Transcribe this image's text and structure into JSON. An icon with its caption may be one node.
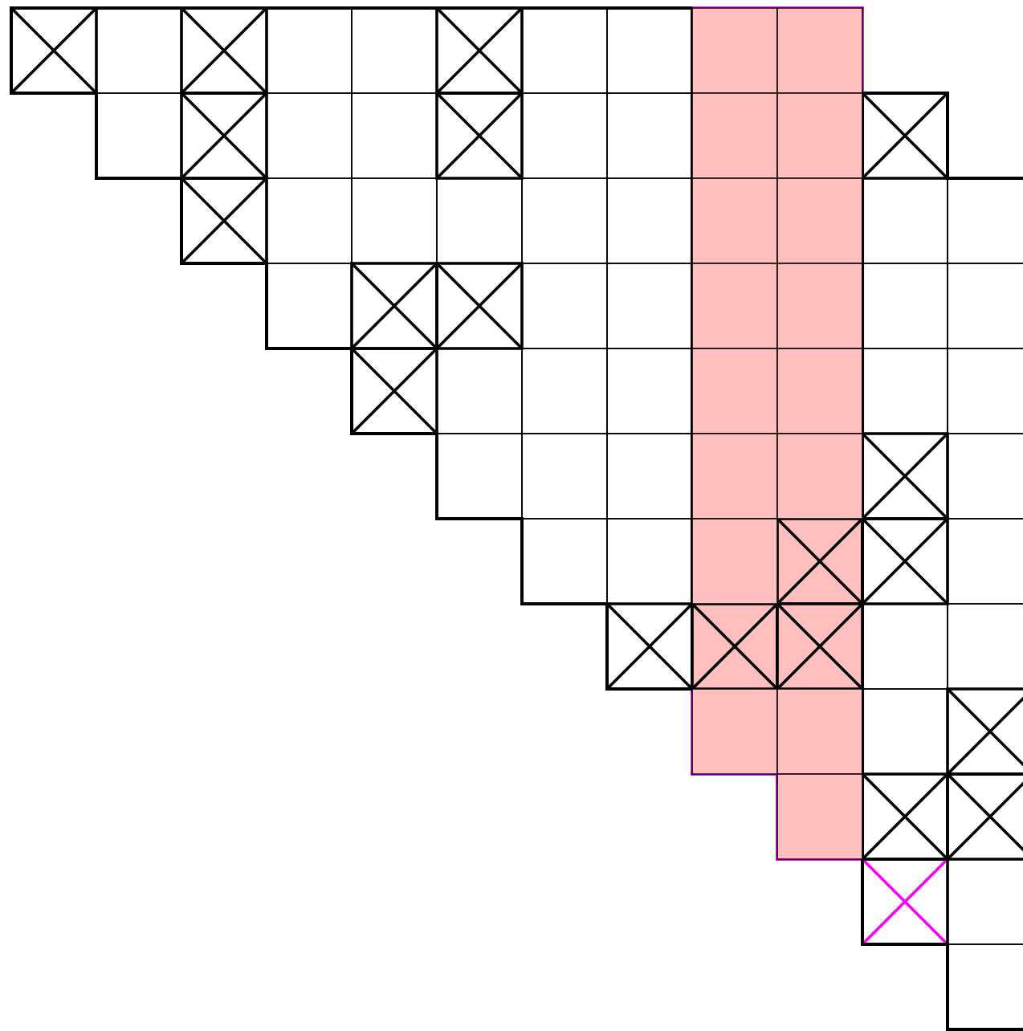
{
  "diagram": {
    "nodes": [
      {
        "text": [],
        "shape": "cross"
      },
      {
        "text": [],
        "shape": "box"
      },
      {
        "text": [],
        "shape": "cross"
      },
      {
        "text": [],
        "shape": "box"
      },
      {
        "text": [],
        "shape": "box"
      },
      {
        "text": [],
        "shape": "cross"
      },
      {
        "text": [],
        "shape": "box"
      },
      {
        "text": [],
        "shape": "box"
      },
      {
        "text": [],
        "shape": "box"
      },
      {
        "text": [],
        "shape": "box"
      },
      {
        "text": [],
        "shape": "box"
      },
      {
        "text": [],
        "shape": "cross"
      },
      {
        "text": [],
        "shape": "box"
      },
      {
        "text": [],
        "shape": "box"
      },
      {
        "text": [],
        "shape": "cross"
      },
      {
        "text": [],
        "shape": "box"
      },
      {
        "text": [],
        "shape": "box"
      },
      {
        "text": [],
        "shape": "box"
      },
      {
        "text": [],
        "shape": "box"
      },
      {
        "text": [],
        "shape": "cross"
      },
      {
        "text": [],
        "shape": "cross"
      },
      {
        "text": [],
        "shape": "box"
      },
      {
        "text": [],
        "shape": "box"
      },
      {
        "text": [],
        "shape": "box"
      },
      {
        "text": [],
        "shape": "box"
      },
      {
        "text": [],
        "shape": "box"
      },
      {
        "text": [],
        "shape": "box"
      },
      {
        "text": [],
        "shape": "box"
      },
      {
        "text": [],
        "shape": "box"
      },
      {
        "text": [],
        "shape": "box"
      },
      {
        "text": [],
        "shape": "box"
      },
      {
        "text": [],
        "shape": "cross"
      },
      {
        "text": [],
        "shape": "cross"
      },
      {
        "text": [],
        "shape": "box"
      },
      {
        "text": [],
        "shape": "box"
      },
      {
        "text": [],
        "shape": "box"
      },
      {
        "text": [],
        "shape": "box"
      },
      {
        "text": [],
        "shape": "box"
      },
      {
        "text": [],
        "shape": "box"
      },
      {
        "text": [],
        "shape": "cross"
      },
      {
        "text": [],
        "shape": "box"
      },
      {
        "text": [],
        "shape": "box"
      },
      {
        "text": [],
        "shape": "box"
      },
      {
        "text": [],
        "shape": "box"
      },
      {
        "text": [],
        "shape": "box"
      },
      {
        "text": [],
        "shape": "box"
      },
      {
        "text": [],
        "shape": "box"
      },
      {
        "text": [],
        "shape": "box"
      },
      {
        "text": [],
        "shape": "box"
      },
      {
        "text": [],
        "shape": "box"
      },
      {
        "text": [],
        "shape": "box"
      },
      {
        "text": [],
        "shape": "box"
      },
      {
        "text": [],
        "shape": "cross"
      },
      {
        "text": [],
        "shape": "box"
      },
      {
        "text": [],
        "shape": "box"
      },
      {
        "text": [],
        "shape": "box"
      },
      {
        "text": [],
        "shape": "box"
      },
      {
        "text": [],
        "shape": "cross"
      },
      {
        "text": [],
        "shape": "cross"
      },
      {
        "text": [],
        "shape": "box"
      },
      {
        "text": [],
        "shape": "cross"
      },
      {
        "text": [],
        "shape": "cross"
      },
      {
        "text": [],
        "shape": "cross"
      },
      {
        "text": [],
        "shape": "box"
      },
      {
        "text": [],
        "shape": "box"
      },
      {
        "text": [],
        "shape": "box"
      },
      {
        "text": [],
        "shape": "box"
      },
      {
        "text": [],
        "shape": "box"
      },
      {
        "text": [],
        "shape": "cross"
      },
      {
        "text": [],
        "shape": "box"
      },
      {
        "text": [],
        "shape": "cross"
      },
      {
        "text": [],
        "shape": "cross"
      },
      {
        "text": [],
        "shape": "cross"
      },
      {
        "text": [],
        "shape": "box"
      },
      {
        "text": [],
        "shape": "box"
      }
    ]
  }
}
